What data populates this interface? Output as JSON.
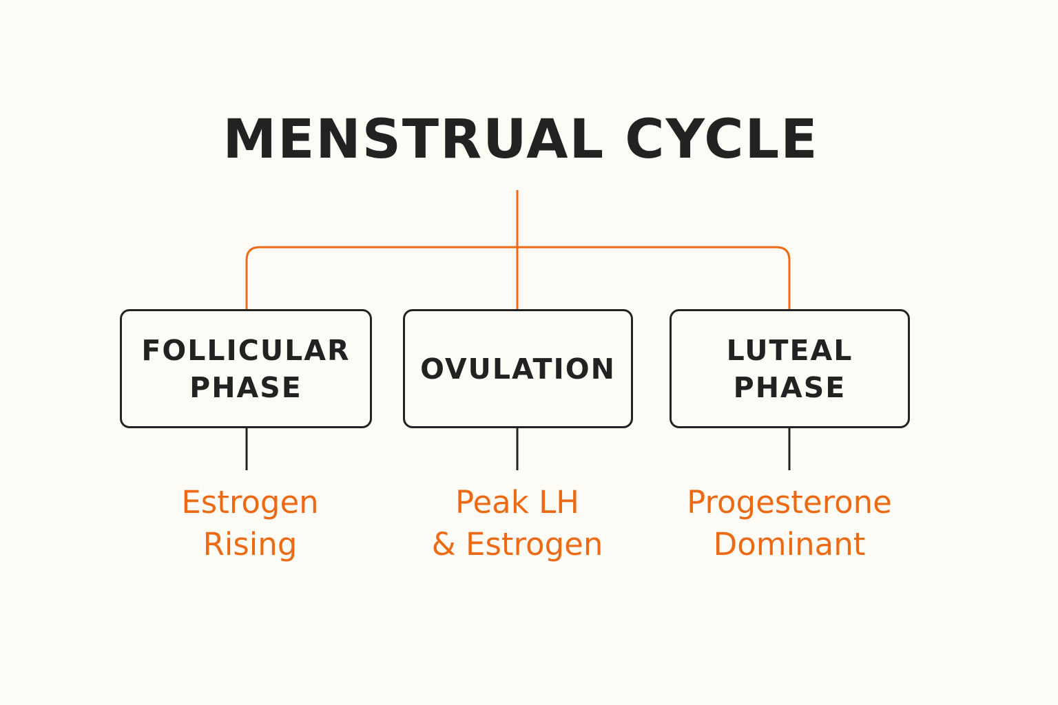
{
  "title": "MENSTRUAL CYCLE",
  "colors": {
    "background": "#fdfbf5",
    "text": "#222222",
    "accent": "#ec6a14",
    "box_border": "#222222"
  },
  "phases": [
    {
      "label": "FOLLICULAR\nPHASE",
      "hormones": "Estrogen\nRising"
    },
    {
      "label": "OVULATION",
      "hormones": "Peak LH\n& Estrogen"
    },
    {
      "label": "LUTEAL\nPHASE",
      "hormones": "Progesterone\nDominant"
    }
  ]
}
